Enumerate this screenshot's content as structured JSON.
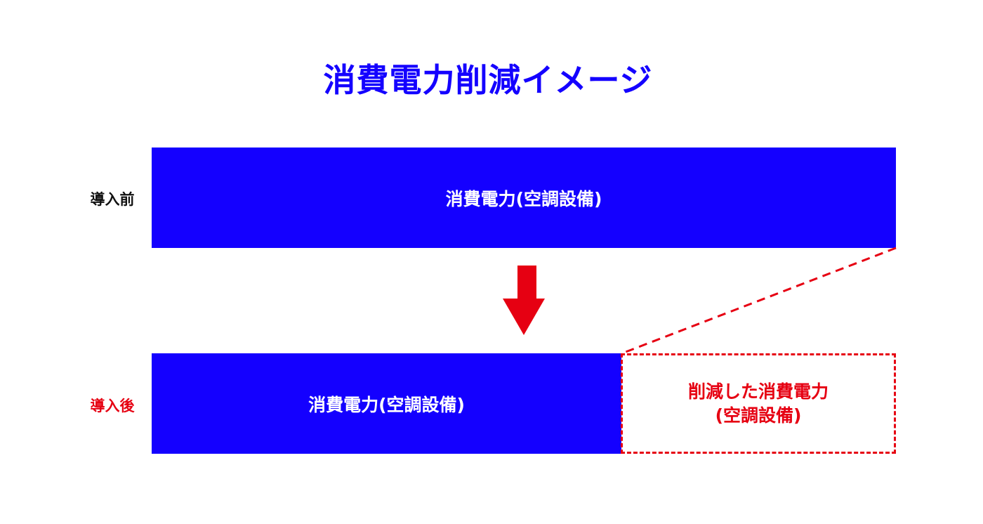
{
  "title": "消費電力削減イメージ",
  "before": {
    "label": "導入前",
    "bar_text": "消費電力(空調設備)"
  },
  "after": {
    "label": "導入後",
    "bar_text": "消費電力(空調設備)",
    "reduced_line1": "削減した消費電力",
    "reduced_line2": "(空調設備)"
  },
  "colors": {
    "bar_blue": "#1400FF",
    "accent_red": "#E60012",
    "label_black": "#111111"
  }
}
